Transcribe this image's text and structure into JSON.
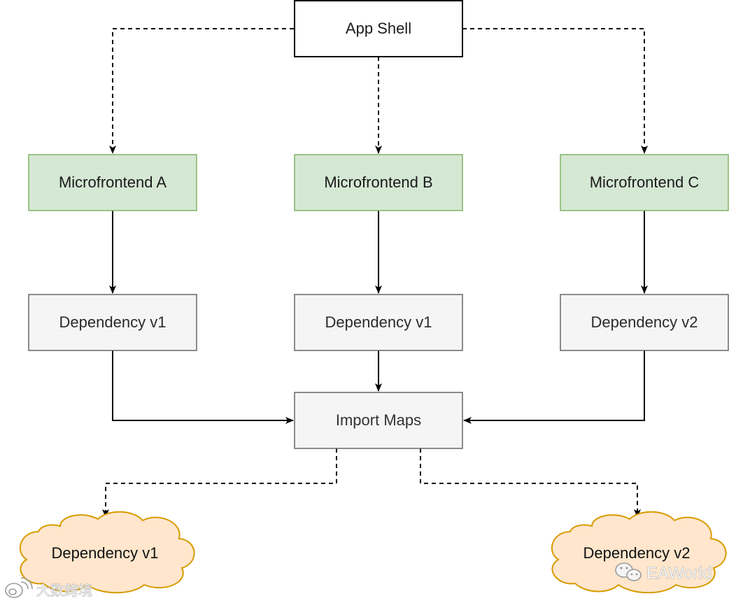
{
  "diagram": {
    "app_shell": "App Shell",
    "microfrontends": [
      "Microfrontend A",
      "Microfrontend B",
      "Microfrontend C"
    ],
    "dependencies": [
      "Dependency v1",
      "Dependency v1",
      "Dependency v2"
    ],
    "import_maps": "Import Maps",
    "clouds": [
      "Dependency v1",
      "Dependency v2"
    ]
  },
  "watermarks": {
    "left": "大数跨境",
    "right": "EAWorld"
  },
  "colors": {
    "microfrontend_fill": "#d5e8d4",
    "microfrontend_stroke": "#82b366",
    "dependency_fill": "#f5f5f5",
    "dependency_stroke": "#666666",
    "cloud_fill": "#ffe6cc",
    "cloud_stroke": "#d79b00"
  },
  "icons": [
    "wechat-icon",
    "weibo-icon"
  ]
}
